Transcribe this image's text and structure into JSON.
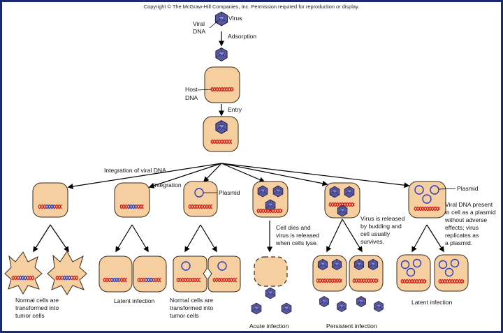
{
  "copyright": "Copyright © The McGraw-Hill Companies, Inc. Permission required for reproduction or display.",
  "labels": {
    "virus": "Virus",
    "viral_dna_1": "Viral",
    "viral_dna_2": "DNA",
    "adsorption": "Adsorption",
    "host_dna_1": "Host",
    "host_dna_2": "DNA",
    "entry": "Entry",
    "integration_of_viral_dna": "Integration of viral DNA",
    "integration": "Integration",
    "plasmid_1": "Plasmid",
    "plasmid_2": "Plasmid"
  },
  "notes": {
    "lytic": [
      "Cell dies and",
      "virus is released",
      "when cells lyse."
    ],
    "budding": [
      "Virus is released",
      "by budding and",
      "cell usually",
      "survives."
    ],
    "plasmid": [
      "Viral DNA present",
      "in cell as a plasmid",
      "without adverse",
      "effects; virus",
      "replicates as",
      "a plasmid."
    ]
  },
  "outcomes": {
    "tumor_1": [
      "Normal cells are",
      "transformed into",
      "tumor cells"
    ],
    "latent_1": "Latent infection",
    "tumor_2": [
      "Normal cells are",
      "transformed into",
      "tumor cells"
    ],
    "acute": "Acute infection",
    "persistent": "Persistent infection",
    "latent_2": "Latent infection"
  },
  "colors": {
    "cell_fill": "#f6cfa0",
    "cell_stroke": "#3a2a1a",
    "virus_fill": "#5a5a9c",
    "viral_dna": "#2a3cc0",
    "host_dna": "#d0201c",
    "frame": "#1c2a6e"
  }
}
